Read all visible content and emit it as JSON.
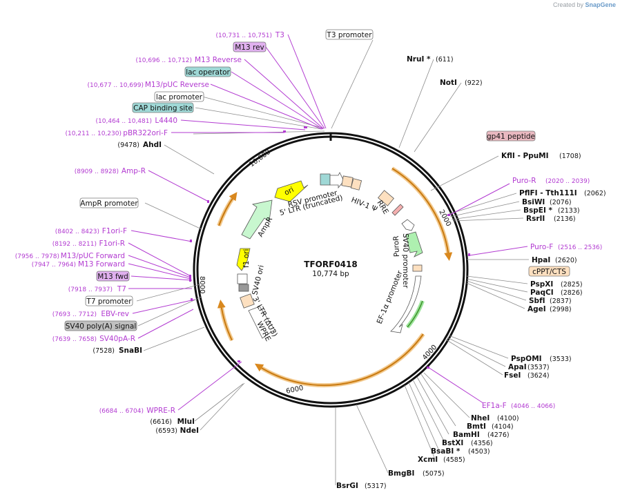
{
  "watermark": {
    "prefix": "Created by",
    "brand": "SnapGene"
  },
  "plasmid": {
    "name": "TFORF0418",
    "length": "10,774 bp"
  },
  "ticks": [
    "2000",
    "4000",
    "6000",
    "8000",
    "10,000"
  ],
  "colors": {
    "primer": "#b23ad1",
    "site": "#111111",
    "orange": "#d9881e",
    "green": "#aef0b0"
  },
  "enzymes": [
    {
      "name": "NruI *",
      "pos": "(611)"
    },
    {
      "name": "NotI",
      "pos": "(922)"
    },
    {
      "name": "KflI - PpuMI",
      "pos": "(1708)"
    },
    {
      "name": "PflFI - Tth111I",
      "pos": "(2062)"
    },
    {
      "name": "BsiWI",
      "pos": "(2076)"
    },
    {
      "name": "BspEI *",
      "pos": "(2133)"
    },
    {
      "name": "RsrII",
      "pos": "(2136)"
    },
    {
      "name": "HpaI",
      "pos": "(2620)"
    },
    {
      "name": "PspXI",
      "pos": "(2825)"
    },
    {
      "name": "PaqCI",
      "pos": "(2826)"
    },
    {
      "name": "SbfI",
      "pos": "(2837)"
    },
    {
      "name": "AgeI",
      "pos": "(2998)"
    },
    {
      "name": "PspOMI",
      "pos": "(3533)"
    },
    {
      "name": "ApaI",
      "pos": "(3537)"
    },
    {
      "name": "FseI",
      "pos": "(3624)"
    },
    {
      "name": "NheI",
      "pos": "(4100)"
    },
    {
      "name": "BmtI",
      "pos": "(4104)"
    },
    {
      "name": "BamHI",
      "pos": "(4276)"
    },
    {
      "name": "BstXI",
      "pos": "(4356)"
    },
    {
      "name": "BsaBI *",
      "pos": "(4503)"
    },
    {
      "name": "XcmI",
      "pos": "(4585)"
    },
    {
      "name": "BmgBI",
      "pos": "(5075)"
    },
    {
      "name": "BsrGI",
      "pos": "(5317)"
    },
    {
      "name": "MluI",
      "pos": "(6616)"
    },
    {
      "name": "NdeI",
      "pos": "(6593)"
    },
    {
      "name": "SnaBI",
      "pos": "(7528)"
    },
    {
      "name": "AhdI",
      "pos": "(9478)"
    }
  ],
  "primers": [
    {
      "name": "T3",
      "pos": "(10,731 .. 10,751)"
    },
    {
      "name": "M13 Reverse",
      "pos": "(10,696 .. 10,712)"
    },
    {
      "name": "M13/pUC Reverse",
      "pos": "(10,677 .. 10,699)"
    },
    {
      "name": "L4440",
      "pos": "(10,464 .. 10,481)"
    },
    {
      "name": "pBR322ori-F",
      "pos": "(10,211 .. 10,230)"
    },
    {
      "name": "Amp-R",
      "pos": "(8909 .. 8928)"
    },
    {
      "name": "F1ori-F",
      "pos": "(8402 .. 8423)"
    },
    {
      "name": "F1ori-R",
      "pos": "(8192 .. 8211)"
    },
    {
      "name": "M13/pUC Forward",
      "pos": "(7956 .. 7978)"
    },
    {
      "name": "M13 Forward",
      "pos": "(7947 .. 7964)"
    },
    {
      "name": "T7",
      "pos": "(7918 .. 7937)"
    },
    {
      "name": "EBV-rev",
      "pos": "(7693 .. 7712)"
    },
    {
      "name": "SV40pA-R",
      "pos": "(7639 .. 7658)"
    },
    {
      "name": "WPRE-R",
      "pos": "(6684 .. 6704)"
    },
    {
      "name": "Puro-R",
      "pos": "(2020 .. 2039)"
    },
    {
      "name": "Puro-F",
      "pos": "(2516 .. 2536)"
    },
    {
      "name": "EF1a-F",
      "pos": "(4046 .. 4066)"
    }
  ],
  "boxes": {
    "m13rev": "M13 rev",
    "lacop": "lac operator",
    "lacprom": "lac promoter",
    "cap": "CAP binding site",
    "t3prom": "T3 promoter",
    "gp41": "gp41 peptide",
    "cppt": "cPPT/CTS",
    "m13fwd": "M13 fwd",
    "t7prom": "T7 promoter",
    "sv40pa": "SV40 poly(A) signal",
    "amprprom": "AmpR promoter"
  },
  "features": {
    "ori": "ori",
    "ampr": "AmpR",
    "f1ori": "f1 ori",
    "sv40ori": "SV40 ori",
    "ltr3": "3' LTR (ΔU3)",
    "wpre": "WPRE",
    "rsv": "RSV promoter",
    "ltr5": "5' LTR (truncated)",
    "hiv": "HIV-1 Ψ",
    "rre": "RRE",
    "puror": "PuroR",
    "sv40prom": "SV40 promoter",
    "ef1a": "EF-1α promoter"
  }
}
